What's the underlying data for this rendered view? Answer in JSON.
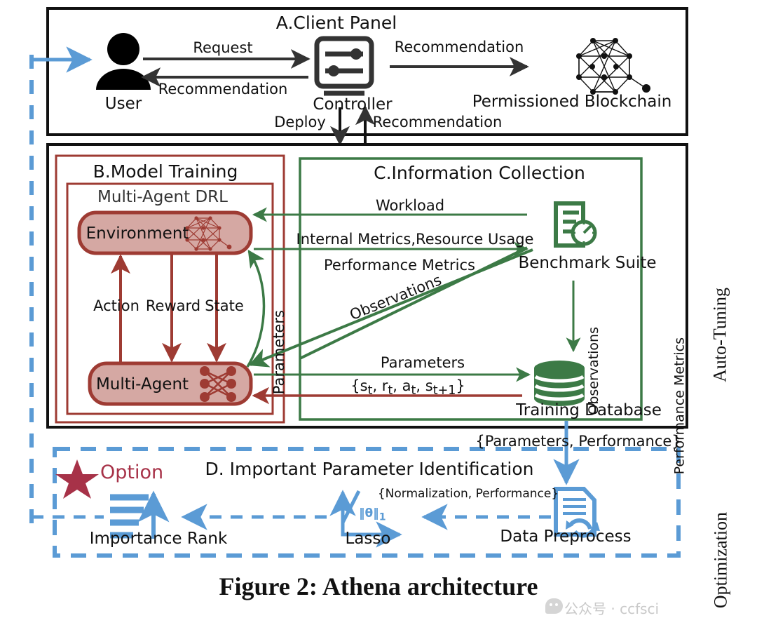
{
  "figure": {
    "caption": "Figure 2: Athena architecture",
    "watermark": "公众号 · ccfsci"
  },
  "colors": {
    "black": "#111111",
    "red": "#9e3b33",
    "red_fill": "#d5a8a3",
    "green": "#3c7a46",
    "blue": "#5b9bd5",
    "option_red": "#a73248"
  },
  "side_labels": {
    "auto_tuning": "Auto-Tuning",
    "optimization": "Optimization"
  },
  "panel_a": {
    "title": "A.Client Panel",
    "user_label": "User",
    "controller_label": "Controller",
    "blockchain_label": "Permissioned Blockchain",
    "arrows": [
      {
        "label": "Request"
      },
      {
        "label": "Recommendation"
      },
      {
        "label": "Recommendation"
      },
      {
        "label": "Deploy"
      },
      {
        "label": "Recommendation"
      }
    ]
  },
  "panel_b": {
    "title": "B.Model Training",
    "subtitle": "Multi-Agent DRL",
    "environment_label": "Environment",
    "agent_label": "Multi-Agent",
    "arrows": [
      {
        "label": "Action"
      },
      {
        "label": "Reward"
      },
      {
        "label": "State"
      },
      {
        "label": "Parameters"
      }
    ]
  },
  "panel_c": {
    "title": "C.Information Collection",
    "benchmark_label": "Benchmark Suite",
    "database_label": "Training Database",
    "arrows": [
      {
        "label": "Workload"
      },
      {
        "label": "Internal Metrics,Resource Usage"
      },
      {
        "label": "Performance Metrics"
      },
      {
        "label": "Observations"
      },
      {
        "label": "Parameters"
      },
      {
        "label": "{st, rt, at, st+1}"
      },
      {
        "label": "Observations"
      },
      {
        "label": "Performance Metrics"
      }
    ]
  },
  "panel_d": {
    "title": "D. Important Parameter Identification",
    "option_label": "Option",
    "importance_label": "Importance Rank",
    "lasso_label": "Lasso",
    "lasso_norm": "‖θ‖",
    "lasso_norm_sub": "1",
    "preprocess_label": "Data Preprocess",
    "arrows": [
      {
        "label": "{Parameters, Performance}"
      },
      {
        "label": "{Normalization, Performance}"
      }
    ]
  }
}
